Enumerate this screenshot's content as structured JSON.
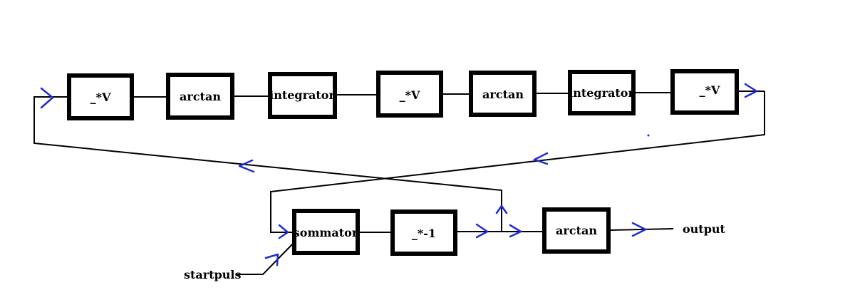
{
  "blocks": {
    "mult_v_1": "_*V",
    "arctan_1": "arctan",
    "integrator_1": "integrator",
    "mult_v_2": "_*V",
    "arctan_2": "arctan",
    "integrator_2": "integrator",
    "mult_v_3": "_*V",
    "sommator": "sommator",
    "mult_neg1": "_*-1",
    "arctan_out": "arctan"
  },
  "labels": {
    "input": "startpuls",
    "output": "output"
  },
  "colors": {
    "line": "#000000",
    "arrow": "#1f2bd6",
    "background": "#ffffff"
  }
}
